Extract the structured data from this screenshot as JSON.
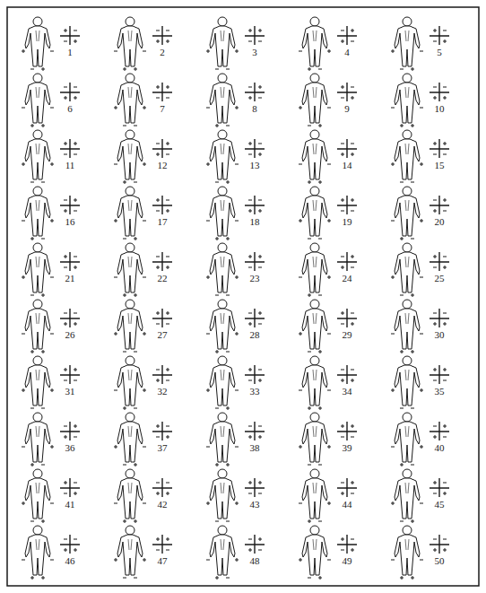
{
  "diagram": {
    "labels": [
      "1",
      "2",
      "3",
      "4",
      "5",
      "6",
      "7",
      "8",
      "9",
      "10",
      "11",
      "12",
      "13",
      "14",
      "15",
      "16",
      "17",
      "18",
      "19",
      "20",
      "21",
      "22",
      "23",
      "24",
      "25",
      "26",
      "27",
      "28",
      "29",
      "30",
      "31",
      "32",
      "33",
      "34",
      "35",
      "36",
      "37",
      "38",
      "39",
      "40",
      "41",
      "42",
      "43",
      "44",
      "45",
      "46",
      "47",
      "48",
      "49",
      "50"
    ]
  }
}
